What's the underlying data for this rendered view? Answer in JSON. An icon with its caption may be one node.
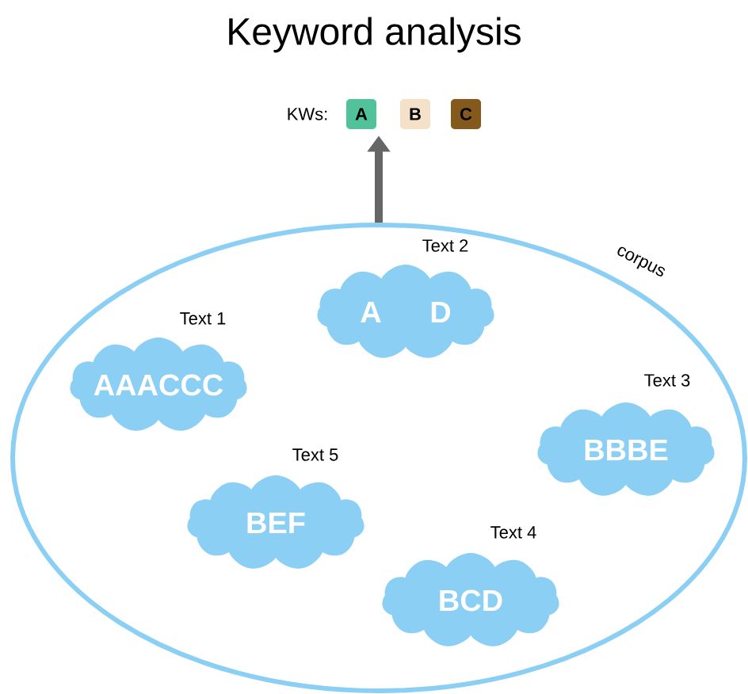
{
  "diagram": {
    "title": "Keyword analysis",
    "nodes": [
      {
        "text": [
          "corpus"
        ]
      },
      {
        "text": [
          "Text 1",
          "AAACCC"
        ],
        "in": 0
      },
      {
        "text": [
          "Text 2",
          "A",
          "D"
        ],
        "in": 0
      },
      {
        "text": [
          "Text 3",
          "BBBE"
        ],
        "in": 0
      },
      {
        "text": [
          "Text 4",
          "BCD"
        ],
        "in": 0
      },
      {
        "text": [
          "Text 5",
          "BEF"
        ],
        "in": 0
      },
      {
        "text": [
          "A"
        ]
      },
      {
        "text": [
          "B"
        ]
      },
      {
        "text": [
          "C"
        ]
      }
    ],
    "edges": [
      {
        "from": 0,
        "to": 6,
        "arrow": "to"
      }
    ],
    "labels": [
      "KWs:"
    ]
  }
}
